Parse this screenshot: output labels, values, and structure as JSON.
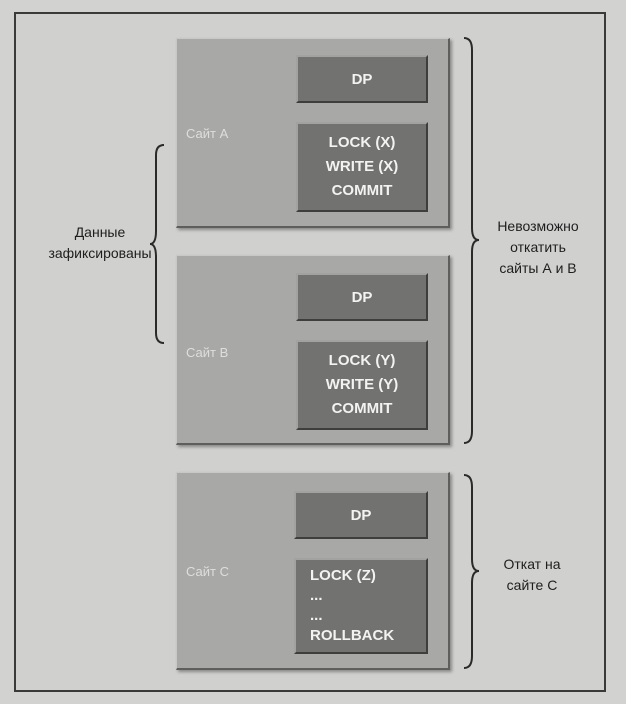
{
  "sites": [
    {
      "label": "Сайт А",
      "dp": "DP",
      "ops": [
        "LOCK (X)",
        "WRITE (X)",
        "COMMIT"
      ]
    },
    {
      "label": "Сайт В",
      "dp": "DP",
      "ops": [
        "LOCK (Y)",
        "WRITE (Y)",
        "COMMIT"
      ]
    },
    {
      "label": "Сайт С",
      "dp": "DP",
      "ops": [
        "LOCK (Z)",
        "...",
        "...",
        "ROLLBACK"
      ]
    }
  ],
  "annotations": {
    "committed": [
      "Данные",
      "зафиксированы"
    ],
    "cannot_rollback": [
      "Невозможно",
      "откатить",
      "сайты А и В"
    ],
    "rollback_c": [
      "Откат на",
      "сайте С"
    ]
  }
}
